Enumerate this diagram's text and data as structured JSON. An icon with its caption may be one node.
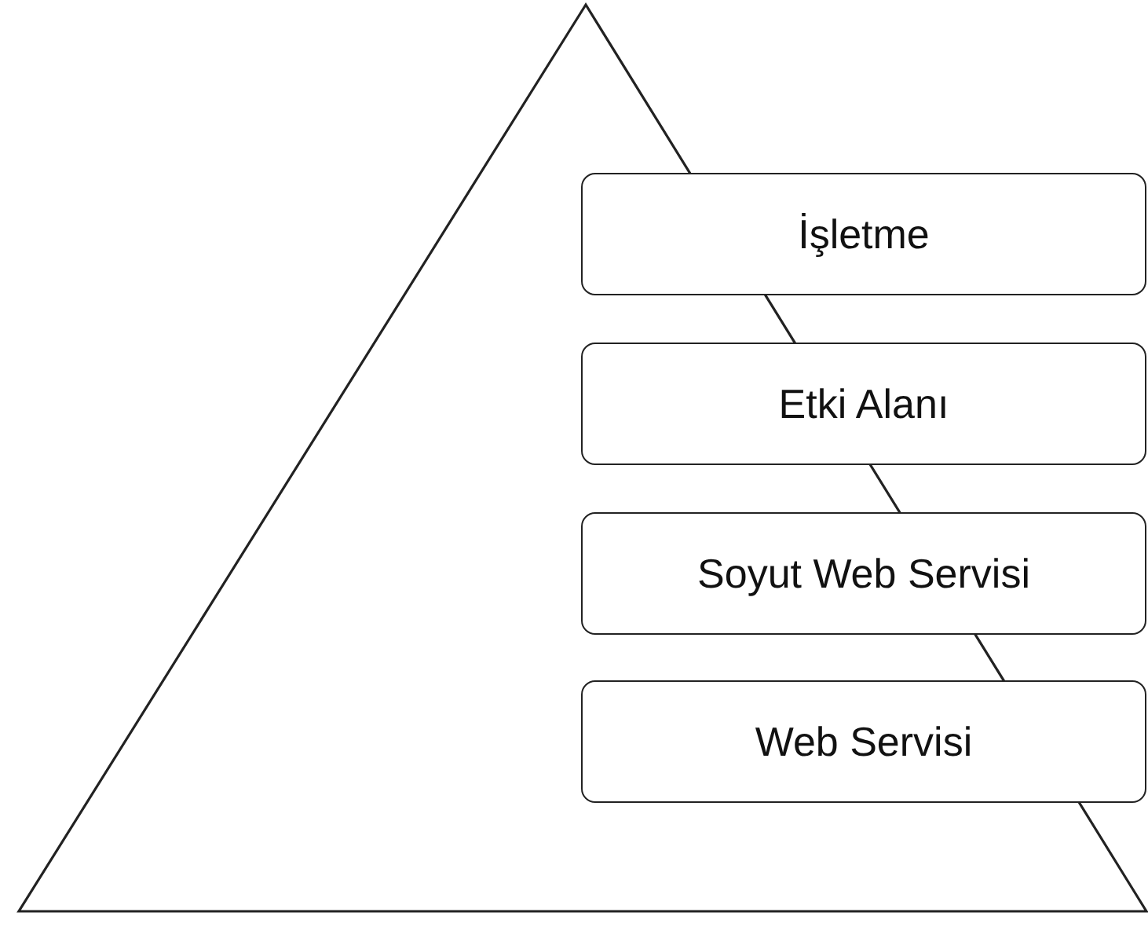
{
  "diagram": {
    "nodes": [
      {
        "text": [
          "İşletme"
        ]
      },
      {
        "text": [
          "Etki Alanı"
        ]
      },
      {
        "text": [
          "Soyut Web Servisi"
        ]
      },
      {
        "text": [
          "Web Servisi"
        ]
      }
    ]
  }
}
